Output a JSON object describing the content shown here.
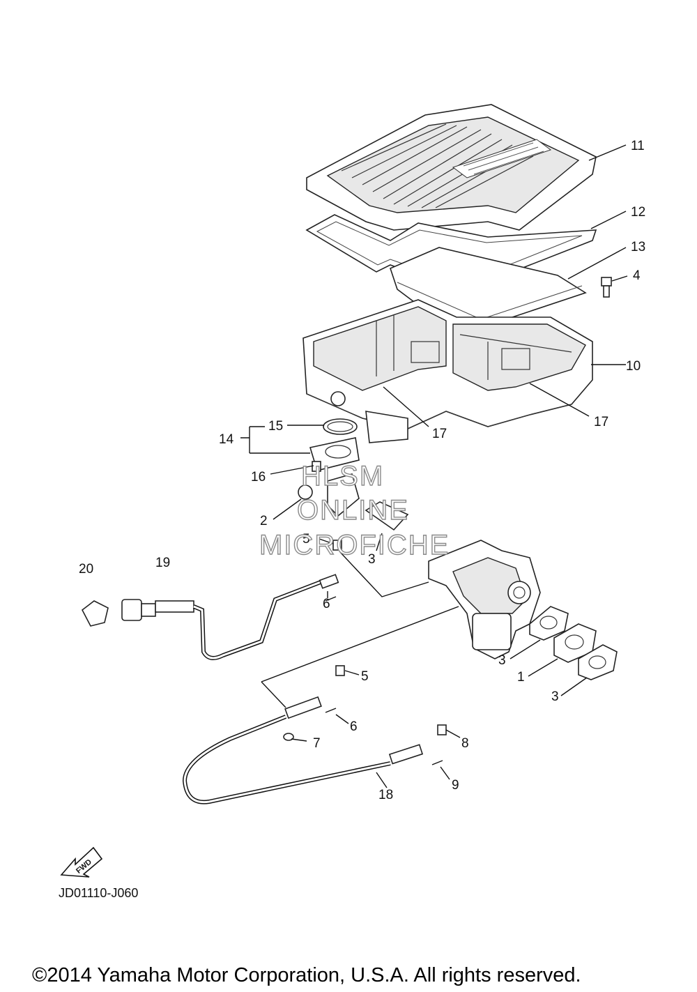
{
  "diagram_code": "JD01110-J060",
  "copyright": "©2014 Yamaha Motor Corporation, U.S.A. All rights reserved.",
  "watermark": {
    "line1": "HLSM",
    "line2": "ONLINE",
    "line3": "MICROFICHE"
  },
  "fwd_label": "FWD",
  "callouts": {
    "c1": "1",
    "c2": "2",
    "c3a": "3",
    "c3b": "3",
    "c3c": "3",
    "c4": "4",
    "c5a": "5",
    "c5b": "5",
    "c6a": "6",
    "c6b": "6",
    "c7": "7",
    "c8": "8",
    "c9": "9",
    "c10": "10",
    "c11": "11",
    "c12": "12",
    "c13": "13",
    "c14": "14",
    "c15": "15",
    "c16": "16",
    "c17a": "17",
    "c17b": "17",
    "c18": "18",
    "c19": "19",
    "c20": "20"
  }
}
